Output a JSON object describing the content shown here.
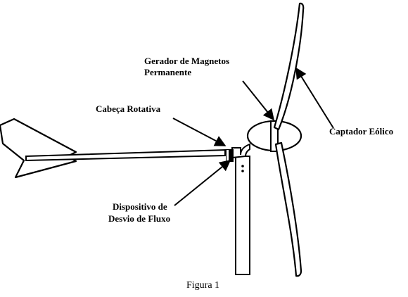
{
  "diagram": {
    "labels": {
      "generator_line1": "Gerador de Magnetos",
      "generator_line2": "Permanente",
      "rotating_head": "Cabeça Rotativa",
      "wind_collector": "Captador Eólico",
      "diverter_line1": "Dispositivo de",
      "diverter_line2": "Desvio de Fluxo"
    },
    "caption": "Figura 1"
  }
}
